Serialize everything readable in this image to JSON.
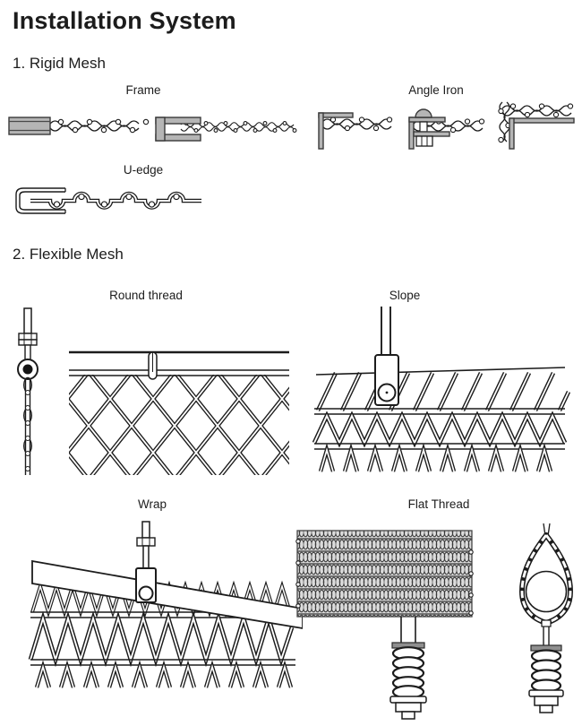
{
  "page": {
    "title": "Installation System"
  },
  "sections": {
    "rigid": {
      "heading": "1. Rigid Mesh",
      "labels": {
        "frame": "Frame",
        "angle_iron": "Angle Iron",
        "u_edge": "U-edge"
      }
    },
    "flexible": {
      "heading": "2. Flexible Mesh",
      "labels": {
        "round_thread": "Round thread",
        "slope": "Slope",
        "wrap": "Wrap",
        "flat_thread": "Flat Thread"
      }
    }
  },
  "colors": {
    "background": "#ffffff",
    "line": "#1c1c1c",
    "steel_fill": "#b5b5b5",
    "text": "#1c1c1c"
  }
}
